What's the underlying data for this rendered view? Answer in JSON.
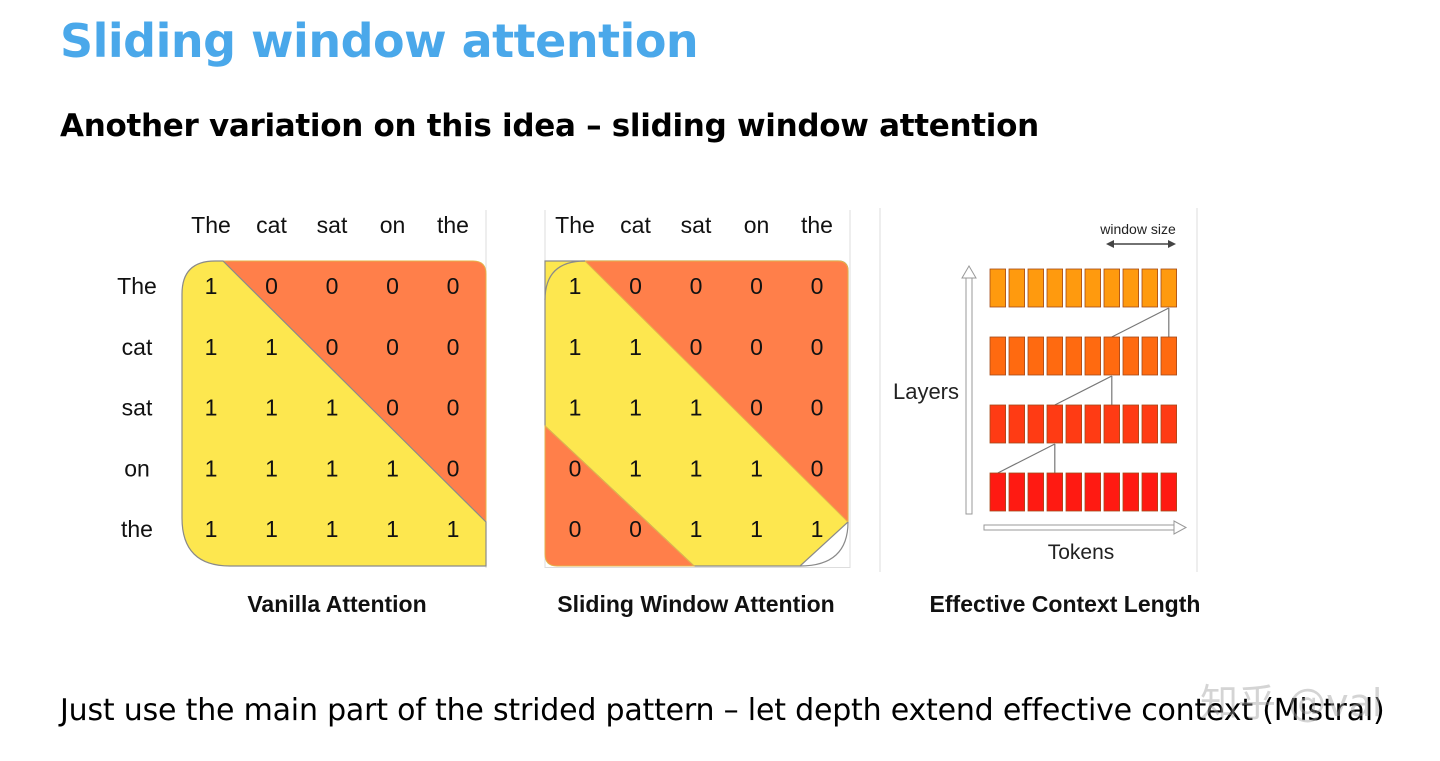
{
  "slide": {
    "title": "Sliding window attention",
    "subtitle": "Another variation on this idea – sliding window attention",
    "bottom_text": "Just use the main part of the strided pattern – let depth extend effective context (Mistral)",
    "watermark": "知乎 @val"
  },
  "tokens": [
    "The",
    "cat",
    "sat",
    "on",
    "the"
  ],
  "vanilla": {
    "caption": "Vanilla Attention",
    "matrix": [
      [
        "1",
        "0",
        "0",
        "0",
        "0"
      ],
      [
        "1",
        "1",
        "0",
        "0",
        "0"
      ],
      [
        "1",
        "1",
        "1",
        "0",
        "0"
      ],
      [
        "1",
        "1",
        "1",
        "1",
        "0"
      ],
      [
        "1",
        "1",
        "1",
        "1",
        "1"
      ]
    ]
  },
  "sliding": {
    "caption": "Sliding Window Attention",
    "matrix": [
      [
        "1",
        "0",
        "0",
        "0",
        "0"
      ],
      [
        "1",
        "1",
        "0",
        "0",
        "0"
      ],
      [
        "1",
        "1",
        "1",
        "0",
        "0"
      ],
      [
        "0",
        "1",
        "1",
        "1",
        "0"
      ],
      [
        "0",
        "0",
        "1",
        "1",
        "1"
      ]
    ]
  },
  "effective": {
    "caption": "Effective Context Length",
    "window_label": "window size",
    "layers_label": "Layers",
    "tokens_label": "Tokens",
    "layer_count": 4,
    "tokens_per_layer": 10
  },
  "colors": {
    "title": "#4aa8ea",
    "yellow": "#fde74f",
    "orange": "#ff7f4a",
    "layer_colors": [
      "#ff9a0e",
      "#ff6a10",
      "#ff3b14",
      "#ff1a12"
    ]
  }
}
